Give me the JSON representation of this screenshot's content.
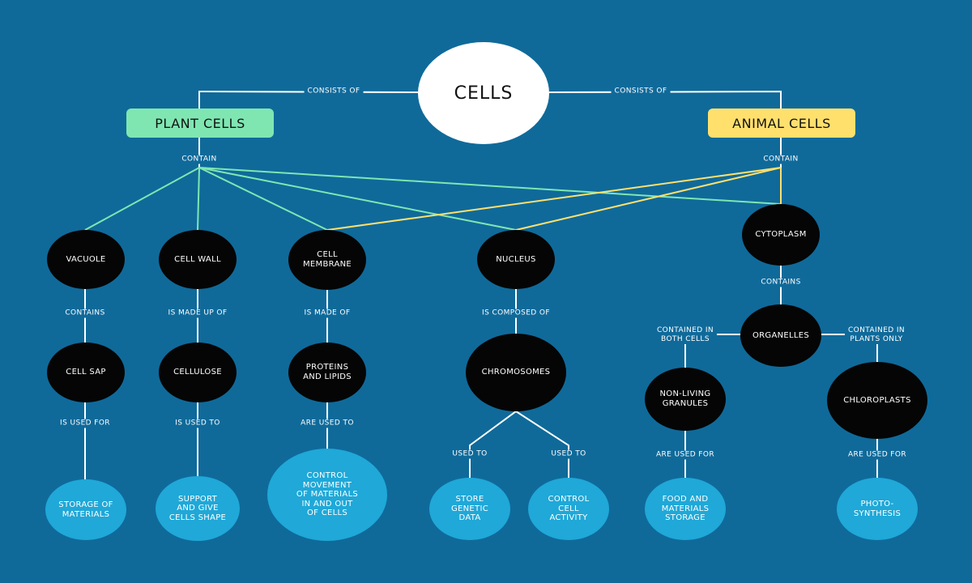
{
  "title": "CELLS",
  "categories": {
    "plant": "PLANT CELLS",
    "animal": "ANIMAL CELLS"
  },
  "colors": {
    "background": "#0f6a9a",
    "plant_links": "#7fe6b2",
    "animal_links": "#ffe06d",
    "dark_node": "#050505",
    "leaf_node": "#1fa8d8",
    "connector": "#ffffff"
  },
  "nodes": {
    "vacuole": "VACUOLE",
    "cell_wall": "CELL WALL",
    "cell_membrane": "CELL\nMEMBRANE",
    "nucleus": "NUCLEUS",
    "cytoplasm": "CYTOPLASM",
    "cell_sap": "CELL SAP",
    "cellulose": "CELLULOSE",
    "proteins_lipids": "PROTEINS\nAND LIPIDS",
    "chromosomes": "CHROMOSOMES",
    "organelles": "ORGANELLES",
    "non_living_granules": "NON-LIVING\nGRANULES",
    "chloroplasts": "CHLOROPLASTS"
  },
  "leaves": {
    "storage_materials": "STORAGE OF\nMATERIALS",
    "support_shape": "SUPPORT\nAND GIVE\nCELLS SHAPE",
    "control_movement": "CONTROL\nMOVEMENT\nOF MATERIALS\nIN AND OUT\nOF CELLS",
    "store_genetic": "STORE\nGENETIC\nDATA",
    "control_activity": "CONTROL\nCELL\nACTIVITY",
    "food_storage": "FOOD AND\nMATERIALS\nSTORAGE",
    "photosynthesis": "PHOTO-\nSYNTHESIS"
  },
  "labels": {
    "consists_left": "CONSISTS OF",
    "consists_right": "CONSISTS OF",
    "contain_plant": "CONTAIN",
    "contain_animal": "CONTAIN",
    "contains_vacuole": "CONTAINS",
    "made_up_of": "IS MADE UP OF",
    "made_of": "IS MADE OF",
    "composed_of": "IS COMPOSED OF",
    "contains_cyto": "CONTAINS",
    "used_for_sap": "IS USED FOR",
    "used_to_cellulose": "IS USED TO",
    "are_used_to": "ARE USED TO",
    "used_to_store": "USED TO",
    "used_to_control": "USED TO",
    "contained_both": "CONTAINED IN\nBOTH CELLS",
    "contained_plants": "CONTAINED IN\nPLANTS ONLY",
    "are_used_for_granules": "ARE USED FOR",
    "are_used_for_chloro": "ARE USED FOR"
  }
}
